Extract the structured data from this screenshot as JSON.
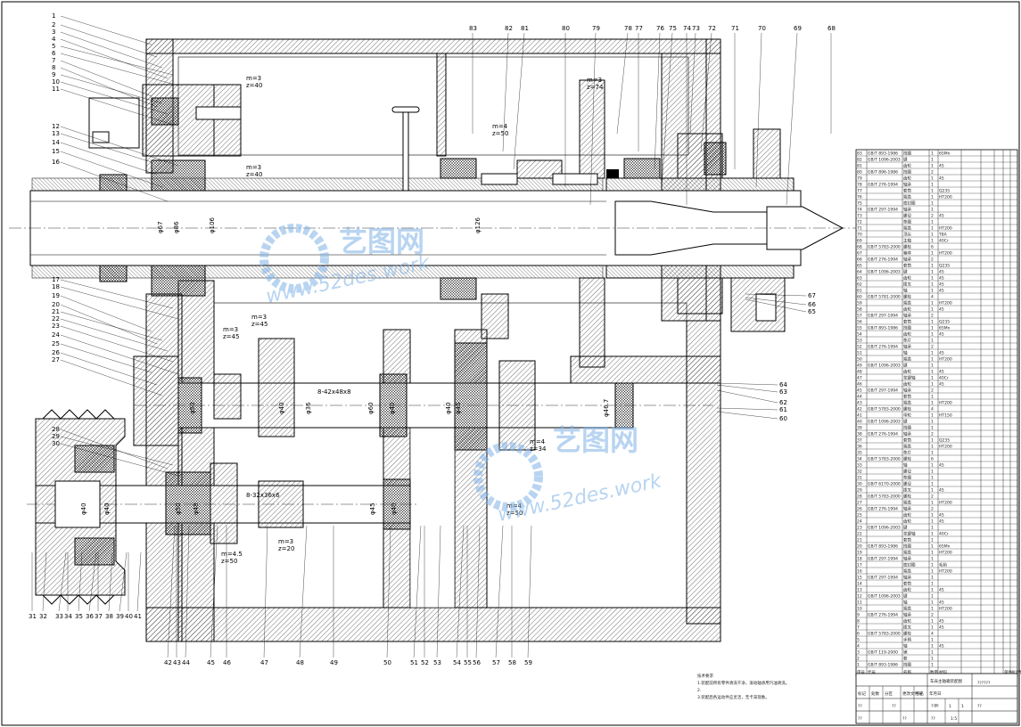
{
  "drawing": {
    "annotations": [
      {
        "id": "g1",
        "lines": [
          "m=3",
          "z=40"
        ]
      },
      {
        "id": "g2",
        "lines": [
          "m=3",
          "z=40"
        ]
      },
      {
        "id": "g3",
        "lines": [
          "m=4",
          "z=50"
        ]
      },
      {
        "id": "g4",
        "lines": [
          "m=3",
          "z=74"
        ]
      },
      {
        "id": "g5",
        "lines": [
          "m=3",
          "z=45"
        ]
      },
      {
        "id": "g6",
        "lines": [
          "m=3",
          "z=45"
        ]
      },
      {
        "id": "g7",
        "lines": [
          "m=4",
          "z=34"
        ]
      },
      {
        "id": "g8",
        "lines": [
          "m=4",
          "z=50"
        ]
      },
      {
        "id": "g9",
        "lines": [
          "m=4.5",
          "z=50"
        ]
      },
      {
        "id": "g10",
        "lines": [
          "m=3",
          "z=20"
        ]
      }
    ],
    "dimensions": [
      "φ67",
      "φ86",
      "φ106",
      "φ126",
      "φ50",
      "φ40",
      "φ36",
      "φ60",
      "φ40",
      "φ45",
      "φ40",
      "φ46.7",
      "φ40",
      "φ40",
      "φ50",
      "φ48",
      "φ40",
      "φ45"
    ],
    "spline_labels": [
      "8-42x48x8",
      "8-32x36x6"
    ],
    "labels_left": [
      "1",
      "2",
      "3",
      "4",
      "5",
      "6",
      "7",
      "8",
      "9",
      "10",
      "11",
      "12",
      "13",
      "14",
      "15",
      "16",
      "17",
      "18",
      "19",
      "20",
      "21",
      "22",
      "23",
      "24",
      "25",
      "26",
      "27",
      "28",
      "29",
      "30"
    ],
    "labels_top": [
      "83",
      "82",
      "81",
      "80",
      "79",
      "78",
      "77",
      "76",
      "75",
      "74",
      "73",
      "72",
      "71",
      "70",
      "69",
      "68"
    ],
    "labels_right": [
      "67",
      "66",
      "65",
      "64",
      "63",
      "62",
      "61",
      "60"
    ],
    "labels_bottom": [
      "31",
      "32",
      "33",
      "34",
      "35",
      "36",
      "37",
      "38",
      "39",
      "40",
      "41",
      "42",
      "43",
      "44",
      "45",
      "46",
      "47",
      "48",
      "49",
      "50",
      "51",
      "52",
      "53",
      "54",
      "55",
      "56",
      "57",
      "58",
      "59"
    ],
    "notes_title": "技术要求",
    "notes": [
      "1.装配前所有零件清洗干净，滚动轴承用汽油清洗。",
      "2.",
      "3.装配后各运动件应灵活，无卡滞现象。"
    ]
  },
  "bom": {
    "rows": [
      {
        "no": "83",
        "std": "GB/T 893-1986",
        "name": "挡圈",
        "qty": "1",
        "mat": "65Mn"
      },
      {
        "no": "82",
        "std": "GB/T 1096-2003",
        "name": "键",
        "qty": "1",
        "mat": ""
      },
      {
        "no": "81",
        "std": "",
        "name": "齿轮",
        "qty": "1",
        "mat": "45"
      },
      {
        "no": "80",
        "std": "GB/T 896-1986",
        "name": "挡圈",
        "qty": "2",
        "mat": ""
      },
      {
        "no": "79",
        "std": "",
        "name": "齿轮",
        "qty": "1",
        "mat": "45"
      },
      {
        "no": "78",
        "std": "GB/T 276-1994",
        "name": "轴承",
        "qty": "1",
        "mat": ""
      },
      {
        "no": "77",
        "std": "",
        "name": "套筒",
        "qty": "1",
        "mat": "Q235"
      },
      {
        "no": "76",
        "std": "",
        "name": "端盖",
        "qty": "1",
        "mat": "HT200"
      },
      {
        "no": "75",
        "std": "",
        "name": "密封圈",
        "qty": "1",
        "mat": ""
      },
      {
        "no": "74",
        "std": "GB/T 297-1994",
        "name": "轴承",
        "qty": "1",
        "mat": ""
      },
      {
        "no": "73",
        "std": "",
        "name": "螺母",
        "qty": "2",
        "mat": "45"
      },
      {
        "no": "72",
        "std": "",
        "name": "垫圈",
        "qty": "1",
        "mat": ""
      },
      {
        "no": "71",
        "std": "",
        "name": "端盖",
        "qty": "1",
        "mat": "HT200"
      },
      {
        "no": "70",
        "std": "",
        "name": "顶尖",
        "qty": "1",
        "mat": "T8A"
      },
      {
        "no": "69",
        "std": "",
        "name": "主轴",
        "qty": "1",
        "mat": "40Cr"
      },
      {
        "no": "68",
        "std": "GB/T 5783-2000",
        "name": "螺栓",
        "qty": "6",
        "mat": ""
      },
      {
        "no": "67",
        "std": "",
        "name": "箱体",
        "qty": "1",
        "mat": "HT200"
      },
      {
        "no": "66",
        "std": "GB/T 276-1994",
        "name": "轴承",
        "qty": "2",
        "mat": ""
      },
      {
        "no": "65",
        "std": "",
        "name": "套筒",
        "qty": "1",
        "mat": "Q235"
      },
      {
        "no": "64",
        "std": "GB/T 1096-2003",
        "name": "键",
        "qty": "1",
        "mat": "45"
      },
      {
        "no": "63",
        "std": "",
        "name": "齿轮",
        "qty": "1",
        "mat": "45"
      },
      {
        "no": "62",
        "std": "",
        "name": "拨叉",
        "qty": "1",
        "mat": "45"
      },
      {
        "no": "61",
        "std": "",
        "name": "轴",
        "qty": "1",
        "mat": "45"
      },
      {
        "no": "60",
        "std": "GB/T 5781-2000",
        "name": "螺栓",
        "qty": "4",
        "mat": ""
      },
      {
        "no": "59",
        "std": "",
        "name": "端盖",
        "qty": "1",
        "mat": "HT200"
      },
      {
        "no": "58",
        "std": "",
        "name": "齿轮",
        "qty": "1",
        "mat": "45"
      },
      {
        "no": "57",
        "std": "GB/T 297-1994",
        "name": "轴承",
        "qty": "2",
        "mat": ""
      },
      {
        "no": "56",
        "std": "",
        "name": "套筒",
        "qty": "1",
        "mat": "Q235"
      },
      {
        "no": "55",
        "std": "GB/T 893-1986",
        "name": "挡圈",
        "qty": "1",
        "mat": "65Mn"
      },
      {
        "no": "54",
        "std": "",
        "name": "齿轮",
        "qty": "1",
        "mat": "45"
      },
      {
        "no": "53",
        "std": "",
        "name": "垫片",
        "qty": "1",
        "mat": ""
      },
      {
        "no": "52",
        "std": "GB/T 276-1994",
        "name": "轴承",
        "qty": "2",
        "mat": ""
      },
      {
        "no": "51",
        "std": "",
        "name": "轴",
        "qty": "1",
        "mat": "45"
      },
      {
        "no": "50",
        "std": "",
        "name": "端盖",
        "qty": "1",
        "mat": "HT200"
      },
      {
        "no": "49",
        "std": "GB/T 1096-2003",
        "name": "键",
        "qty": "1",
        "mat": ""
      },
      {
        "no": "48",
        "std": "",
        "name": "齿轮",
        "qty": "1",
        "mat": "45"
      },
      {
        "no": "47",
        "std": "",
        "name": "花键轴",
        "qty": "1",
        "mat": "40Cr"
      },
      {
        "no": "46",
        "std": "",
        "name": "齿轮",
        "qty": "1",
        "mat": "45"
      },
      {
        "no": "45",
        "std": "GB/T 297-1994",
        "name": "轴承",
        "qty": "2",
        "mat": ""
      },
      {
        "no": "44",
        "std": "",
        "name": "套筒",
        "qty": "1",
        "mat": ""
      },
      {
        "no": "43",
        "std": "",
        "name": "端盖",
        "qty": "1",
        "mat": "HT200"
      },
      {
        "no": "42",
        "std": "GB/T 5783-2000",
        "name": "螺栓",
        "qty": "4",
        "mat": ""
      },
      {
        "no": "41",
        "std": "",
        "name": "带轮",
        "qty": "1",
        "mat": "HT150"
      },
      {
        "no": "40",
        "std": "GB/T 1096-2003",
        "name": "键",
        "qty": "1",
        "mat": ""
      },
      {
        "no": "39",
        "std": "",
        "name": "挡圈",
        "qty": "1",
        "mat": ""
      },
      {
        "no": "38",
        "std": "GB/T 276-1994",
        "name": "轴承",
        "qty": "2",
        "mat": ""
      },
      {
        "no": "37",
        "std": "",
        "name": "套筒",
        "qty": "1",
        "mat": "Q235"
      },
      {
        "no": "36",
        "std": "",
        "name": "端盖",
        "qty": "1",
        "mat": "HT200"
      },
      {
        "no": "35",
        "std": "",
        "name": "垫片",
        "qty": "1",
        "mat": ""
      },
      {
        "no": "34",
        "std": "GB/T 5783-2000",
        "name": "螺栓",
        "qty": "6",
        "mat": ""
      },
      {
        "no": "33",
        "std": "",
        "name": "轴",
        "qty": "1",
        "mat": "45"
      },
      {
        "no": "32",
        "std": "",
        "name": "螺母",
        "qty": "1",
        "mat": ""
      },
      {
        "no": "31",
        "std": "",
        "name": "垫圈",
        "qty": "1",
        "mat": ""
      },
      {
        "no": "30",
        "std": "GB/T 6170-2000",
        "name": "螺母",
        "qty": "1",
        "mat": ""
      },
      {
        "no": "29",
        "std": "",
        "name": "拨叉",
        "qty": "1",
        "mat": "45"
      },
      {
        "no": "28",
        "std": "GB/T 5783-2000",
        "name": "螺栓",
        "qty": "2",
        "mat": ""
      },
      {
        "no": "27",
        "std": "",
        "name": "端盖",
        "qty": "1",
        "mat": "HT200"
      },
      {
        "no": "26",
        "std": "GB/T 276-1994",
        "name": "轴承",
        "qty": "2",
        "mat": ""
      },
      {
        "no": "25",
        "std": "",
        "name": "齿轮",
        "qty": "1",
        "mat": "45"
      },
      {
        "no": "24",
        "std": "",
        "name": "齿轮",
        "qty": "1",
        "mat": "45"
      },
      {
        "no": "23",
        "std": "GB/T 1096-2003",
        "name": "键",
        "qty": "1",
        "mat": ""
      },
      {
        "no": "22",
        "std": "",
        "name": "花键轴",
        "qty": "1",
        "mat": "40Cr"
      },
      {
        "no": "21",
        "std": "",
        "name": "套筒",
        "qty": "1",
        "mat": ""
      },
      {
        "no": "20",
        "std": "GB/T 893-1986",
        "name": "挡圈",
        "qty": "1",
        "mat": "65Mn"
      },
      {
        "no": "19",
        "std": "",
        "name": "端盖",
        "qty": "1",
        "mat": "HT200"
      },
      {
        "no": "18",
        "std": "GB/T 297-1994",
        "name": "轴承",
        "qty": "1",
        "mat": ""
      },
      {
        "no": "17",
        "std": "",
        "name": "密封圈",
        "qty": "1",
        "mat": "毛毡"
      },
      {
        "no": "16",
        "std": "",
        "name": "端盖",
        "qty": "1",
        "mat": "HT200"
      },
      {
        "no": "15",
        "std": "GB/T 297-1994",
        "name": "轴承",
        "qty": "1",
        "mat": ""
      },
      {
        "no": "14",
        "std": "",
        "name": "套筒",
        "qty": "1",
        "mat": ""
      },
      {
        "no": "13",
        "std": "",
        "name": "齿轮",
        "qty": "1",
        "mat": "45"
      },
      {
        "no": "12",
        "std": "GB/T 1096-2003",
        "name": "键",
        "qty": "1",
        "mat": ""
      },
      {
        "no": "11",
        "std": "",
        "name": "轴",
        "qty": "1",
        "mat": "45"
      },
      {
        "no": "10",
        "std": "",
        "name": "端盖",
        "qty": "1",
        "mat": "HT200"
      },
      {
        "no": "9",
        "std": "GB/T 276-1994",
        "name": "轴承",
        "qty": "2",
        "mat": ""
      },
      {
        "no": "8",
        "std": "",
        "name": "齿轮",
        "qty": "1",
        "mat": "45"
      },
      {
        "no": "7",
        "std": "",
        "name": "拨叉",
        "qty": "1",
        "mat": "45"
      },
      {
        "no": "6",
        "std": "GB/T 5783-2000",
        "name": "螺栓",
        "qty": "4",
        "mat": ""
      },
      {
        "no": "5",
        "std": "",
        "name": "手柄",
        "qty": "1",
        "mat": ""
      },
      {
        "no": "4",
        "std": "",
        "name": "轴",
        "qty": "1",
        "mat": "45"
      },
      {
        "no": "3",
        "std": "GB/T 119-2000",
        "name": "销",
        "qty": "1",
        "mat": ""
      },
      {
        "no": "2",
        "std": "",
        "name": "套",
        "qty": "1",
        "mat": ""
      },
      {
        "no": "1",
        "std": "GB/T 893-1986",
        "name": "挡圈",
        "qty": "1",
        "mat": ""
      }
    ],
    "header": [
      "序号",
      "代号",
      "名称",
      "数量",
      "材料",
      "",
      "",
      "",
      "单件",
      "总计",
      "备注"
    ]
  },
  "title_block": {
    "title": "车床主轴箱装配图",
    "code": "??????",
    "row_labels": [
      "标记",
      "处数",
      "分区",
      "更改文件号",
      "签名",
      "年月日"
    ],
    "cells": [
      "??",
      "??",
      "??",
      "??",
      "??",
      "??",
      "???",
      "??",
      "1",
      "1",
      "1:5"
    ]
  },
  "watermark": {
    "brand": "艺图网",
    "url": "www.52des.work"
  },
  "colors": {
    "line": "#000000",
    "hatch": "#555555",
    "watermark": "#7fb2e6"
  }
}
